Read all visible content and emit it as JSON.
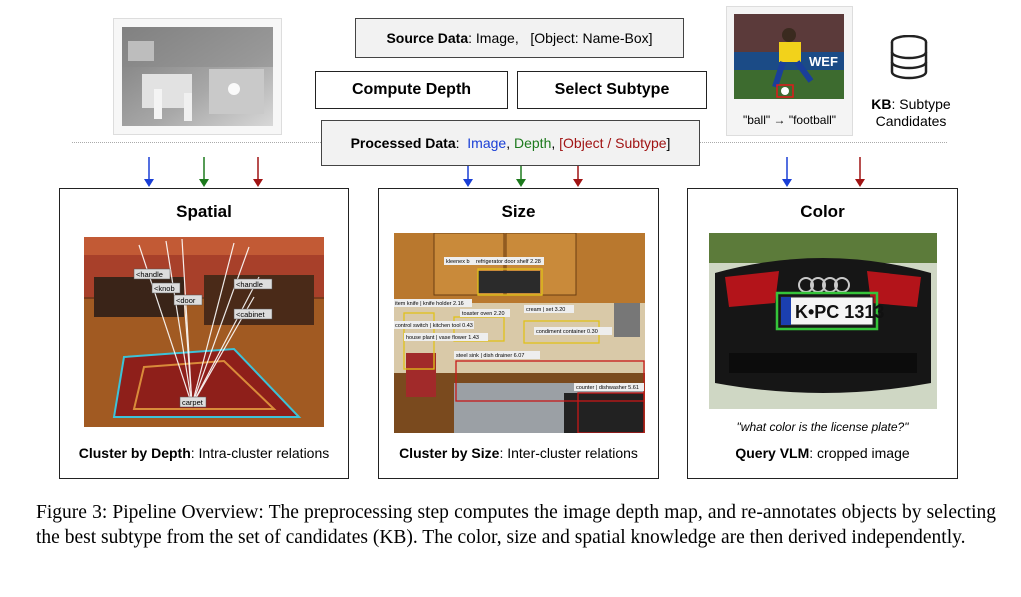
{
  "source_data": {
    "label": "Source Data",
    "value": "Image,   [Object: Name-Box]"
  },
  "compute_depth": "Compute Depth",
  "select_subtype": "Select Subtype",
  "processed_data": {
    "label": "Processed Data",
    "image": "Image",
    "depth": "Depth",
    "object_subtype": "[Object / Subtype"
  },
  "kb": {
    "label": "KB",
    "text": ": Subtype",
    "line2": "Candidates"
  },
  "football_photo": {
    "caption": "\"ball\" → \"football\"",
    "banner": "WEF"
  },
  "panels": {
    "spatial": {
      "title": "Spatial",
      "cap_bold": "Cluster by Depth",
      "cap_rest": ": Intra-cluster relations",
      "labels": [
        "<handle",
        "<knob",
        "<door",
        "<handle",
        "<cabinet",
        "carpet"
      ]
    },
    "size": {
      "title": "Size",
      "cap_bold": "Cluster by Size",
      "cap_rest": ": Inter-cluster relations",
      "labels": [
        "kleenex b",
        "refrigerator door shelf  2.28",
        "item knife | knife holder  2.16",
        "control switch | kitchen tool  0.43",
        "toaster oven  2.20",
        "house plant | vase flower  1.43",
        "cream | set  3.20",
        "condiment container  0.30",
        "steel sink | dish drainer  6.07",
        "counter | dishwasher  5.61"
      ]
    },
    "color": {
      "title": "Color",
      "plate": "K•PC 1313",
      "query": "\"what color is the license plate?\"",
      "cap_bold": "Query VLM",
      "cap_rest": ": cropped image"
    }
  },
  "figure_caption": "Figure 3: Pipeline Overview: The preprocessing step computes the image depth map, and re-annotates objects by selecting the best subtype from the set of candidates (KB). The color, size and spatial knowledge are then derived independently.",
  "colors": {
    "blue": "#1a3fd6",
    "green": "#1d7a1d",
    "red": "#a11414"
  }
}
